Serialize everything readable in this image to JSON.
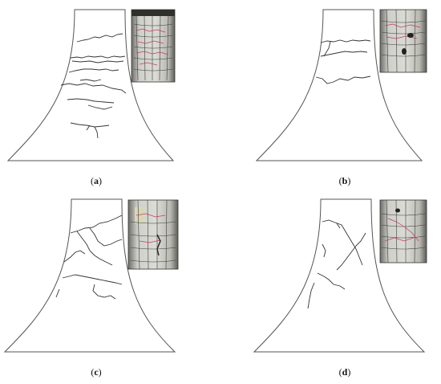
{
  "panels": [
    {
      "id": "a",
      "label": "a"
    },
    {
      "id": "b",
      "label": "b"
    },
    {
      "id": "c",
      "label": "c"
    },
    {
      "id": "d",
      "label": "d"
    }
  ],
  "colors": {
    "outline": "#555555",
    "crack": "#333333",
    "photo_bg": "#c9c9c4",
    "photo_line": "#3a3a3a",
    "photo_mark": "#c0405a"
  }
}
